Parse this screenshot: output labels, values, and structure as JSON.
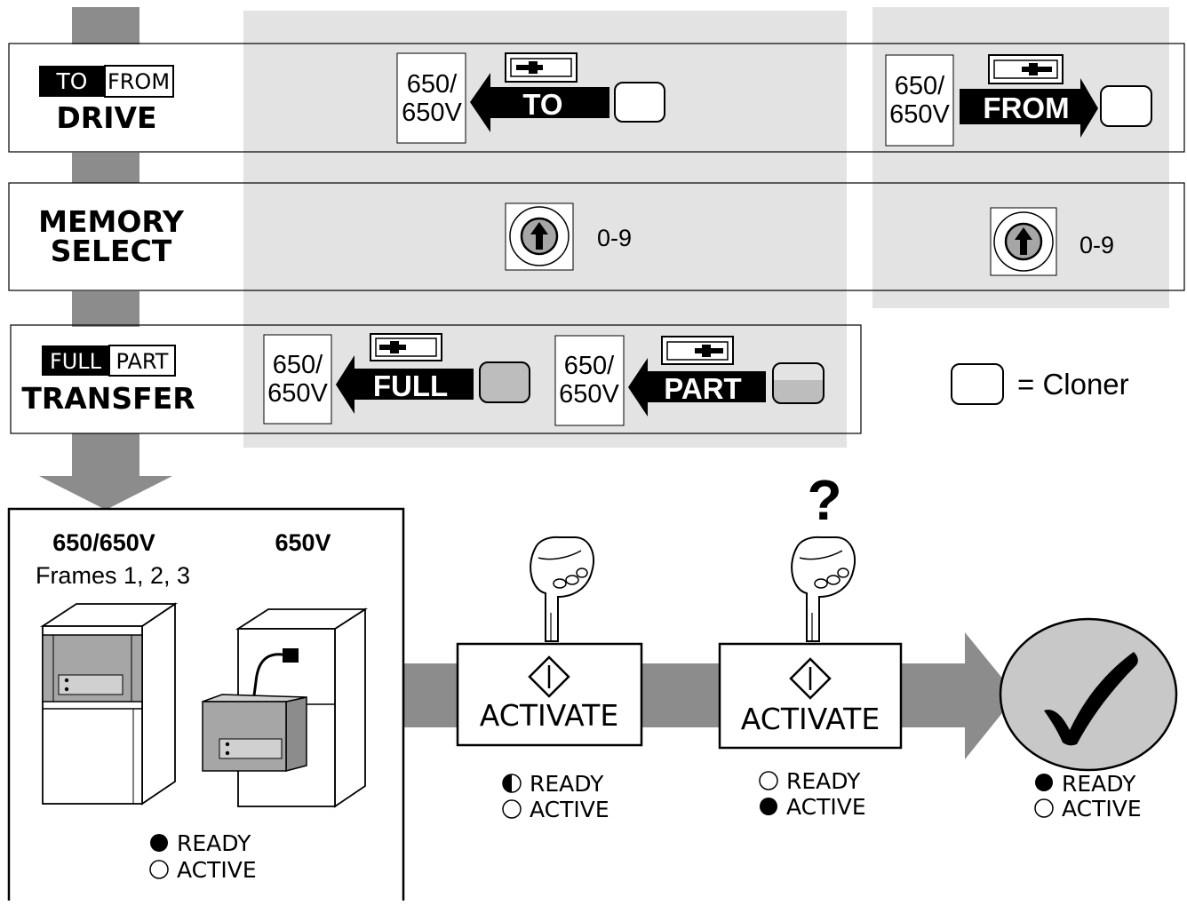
{
  "colors": {
    "panel": "#e3e3e3",
    "arrow": "#8c8c8c",
    "shade": "#bdbdbd",
    "ink": "#000000",
    "dial": "#a6a6a6",
    "check_bg": "#c8c8c8"
  },
  "drive": {
    "tab_to": "TO",
    "tab_from": "FROM",
    "label": "DRIVE",
    "to_device": [
      "650/",
      "650V"
    ],
    "to_arrow": "TO",
    "from_device": [
      "650/",
      "650V"
    ],
    "from_arrow": "FROM"
  },
  "memory": {
    "label_line1": "MEMORY",
    "label_line2": "SELECT",
    "range_left": "0-9",
    "range_right": "0-9",
    "key_icon": "up-arrow-key-icon"
  },
  "transfer": {
    "tab_full": "FULL",
    "tab_part": "PART",
    "label": "TRANSFER",
    "full_device": [
      "650/",
      "650V"
    ],
    "full_arrow": "FULL",
    "part_device": [
      "650/",
      "650V"
    ],
    "part_arrow": "PART"
  },
  "legend": {
    "text": "= Cloner"
  },
  "drives": {
    "title_left": "650/650V",
    "subtitle_left": "Frames 1, 2, 3",
    "title_right": "650V",
    "status_ready": "READY",
    "status_active": "ACTIVE"
  },
  "step1": {
    "button_label": "ACTIVATE",
    "status_ready": "READY",
    "status_active": "ACTIVE"
  },
  "step2": {
    "question_mark": "?",
    "button_label": "ACTIVATE",
    "status_ready": "READY",
    "status_active": "ACTIVE"
  },
  "step3": {
    "status_ready": "READY",
    "status_active": "ACTIVE",
    "check_icon": "checkmark-icon"
  }
}
